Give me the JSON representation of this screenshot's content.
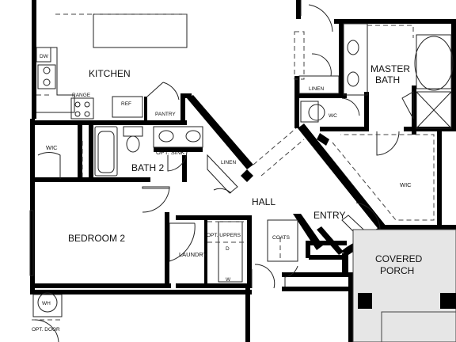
{
  "rooms": {
    "kitchen": "KITCHEN",
    "master_bath": "MASTER BATH",
    "master_bath_line1": "MASTER",
    "master_bath_line2": "BATH",
    "wic_left": "WIC",
    "wic_right": "WIC",
    "bath2": "BATH 2",
    "bedroom2": "BEDROOM 2",
    "hall": "HALL",
    "entry": "ENTRY",
    "laundry": "LAUNDRY",
    "covered_porch_line1": "COVERED",
    "covered_porch_line2": "PORCH"
  },
  "fixtures": {
    "dw": "DW",
    "range": "RANGE",
    "ref": "REF",
    "pantry": "PANTRY",
    "linen_master": "LINEN",
    "linen_hall": "LINEN",
    "wc": "WC",
    "opt_sink": "OPT. SINK",
    "opt_uppers": "OPT. UPPERS",
    "dryer": "D",
    "washer": "W",
    "coats": "COATS",
    "wh": "WH",
    "opt_door": "OPT. DOOR"
  }
}
